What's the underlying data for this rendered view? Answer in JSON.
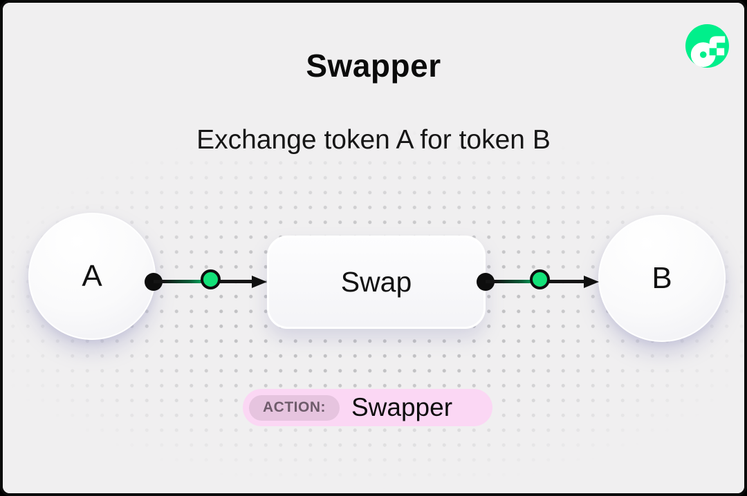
{
  "header": {
    "title": "Swapper",
    "subtitle": "Exchange token A for token B"
  },
  "logo": {
    "name": "flow-logo",
    "brand_color": "#00EF8B"
  },
  "diagram": {
    "nodes": [
      {
        "id": "token-a",
        "label": "A",
        "shape": "circle"
      },
      {
        "id": "swap",
        "label": "Swap",
        "shape": "rounded-rect"
      },
      {
        "id": "token-b",
        "label": "B",
        "shape": "circle"
      }
    ],
    "edges": [
      {
        "from": "token-a",
        "to": "swap",
        "style": "arrow-with-green-port"
      },
      {
        "from": "swap",
        "to": "token-b",
        "style": "arrow-with-green-port"
      }
    ],
    "port_color": "#13E178",
    "wire_color": "#141414"
  },
  "action_badge": {
    "label": "ACTION:",
    "value": "Swapper",
    "bg_color": "#FBD7F4",
    "label_bg_color": "#E6C4DF",
    "label_text_color": "#6E5C6B"
  },
  "colors": {
    "background": "#F0EFF0",
    "frame": "#0B0B0B",
    "dot_grid": "#C2C2C4"
  }
}
